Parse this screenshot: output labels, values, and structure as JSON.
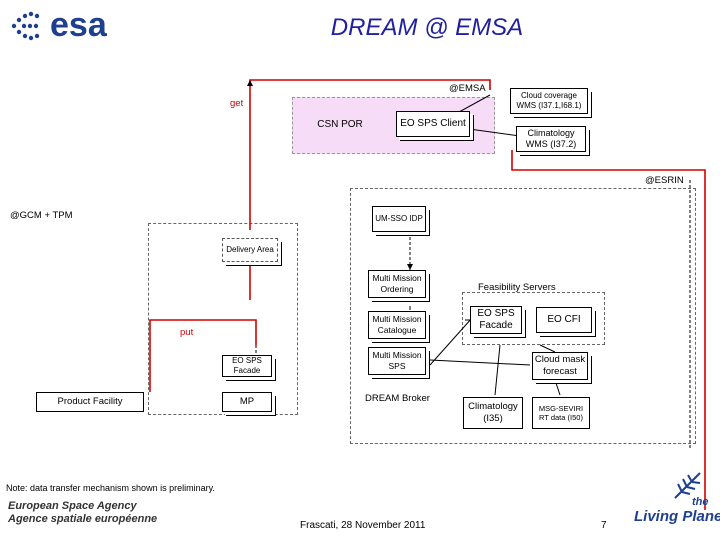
{
  "header": {
    "title": "DREAM @ EMSA"
  },
  "logo": {
    "text": "esa"
  },
  "labels": {
    "emsa": "@EMSA",
    "get": "get",
    "esrin": "@ESRIN",
    "gcm": "@GCM + TPM",
    "put": "put",
    "feasibility": "Feasibility Servers",
    "dream_broker": "DREAM Broker"
  },
  "boxes": {
    "csn_por": "CSN POR",
    "eo_sps_client": "EO SPS Client",
    "cloud_coverage": "Cloud coverage WMS (I37.1,I68.1)",
    "climatology_wms": "Climatology WMS (I37.2)",
    "um_sso": "UM-SSO IDP",
    "delivery_area": "Delivery Area",
    "mm_ordering": "Multi Mission Ordering",
    "mm_catalogue": "Multi Mission Catalogue",
    "mm_sps": "Multi Mission SPS",
    "eo_sps_facade_left": "EO SPS Facade",
    "mp": "MP",
    "product_facility": "Product Facility",
    "eo_sps_facade_right": "EO SPS Facade",
    "eo_cfi": "EO CFI",
    "cloud_mask": "Cloud mask forecast",
    "climatology_i35": "Climatology (I35)",
    "msg_seviri": "MSG-SEVIRI RT data (I50)"
  },
  "footer": {
    "note": "Note: data transfer mechanism shown is preliminary.",
    "agency_en": "European Space Agency",
    "agency_fr": "Agence spatiale européenne",
    "date": "Frascati, 28 November 2011",
    "page": "7",
    "living_the": "the",
    "living_planet": "Living Planet"
  },
  "colors": {
    "title": "#1f1f9f",
    "emsa_region": "#f7dcf7",
    "red_line": "#d40000"
  }
}
